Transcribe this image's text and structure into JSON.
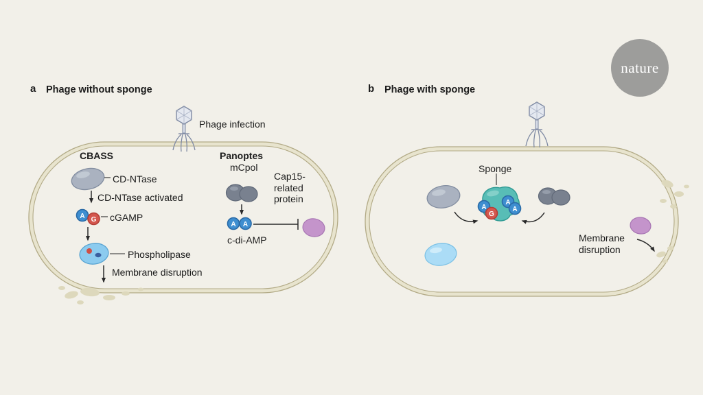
{
  "logo": {
    "text": "nature"
  },
  "panels": {
    "a": {
      "label": "a",
      "title": "Phage without sponge",
      "phage_infection_label": "Phage infection",
      "cbass_title": "CBASS",
      "cd_ntase_label": "CD-NTase",
      "cd_ntase_activated_label": "CD-NTase activated",
      "cgamp_label": "cGAMP",
      "phospholipase_label": "Phospholipase",
      "membrane_disruption_label": "Membrane disruption",
      "panoptes_title": "Panoptes",
      "mcpol_label": "mCpol",
      "c_di_amp_label": "c-di-AMP",
      "cap15_label": "Cap15-related protein"
    },
    "b": {
      "label": "b",
      "title": "Phage with sponge",
      "sponge_label": "Sponge",
      "membrane_disruption_label": "Membrane disruption"
    }
  },
  "nucleotides": {
    "A": "A",
    "G": "G"
  },
  "colors": {
    "background": "#f2f0e9",
    "membrane_band": "#e8e4ce",
    "membrane_edge": "#b2aa86",
    "blob_gray": "#aab2c0",
    "blob_dark": "#79818f",
    "blob_blue": "#8ccbef",
    "blob_lightblue": "#abdcf6",
    "sponge_teal": "#58bdb6",
    "blob_purple": "#c494cb",
    "nucleotide_a_blue": "#3e8ed0",
    "nucleotide_g_red": "#d4574e",
    "logo_gray": "#9d9d9b",
    "text": "#1c1c1c"
  }
}
